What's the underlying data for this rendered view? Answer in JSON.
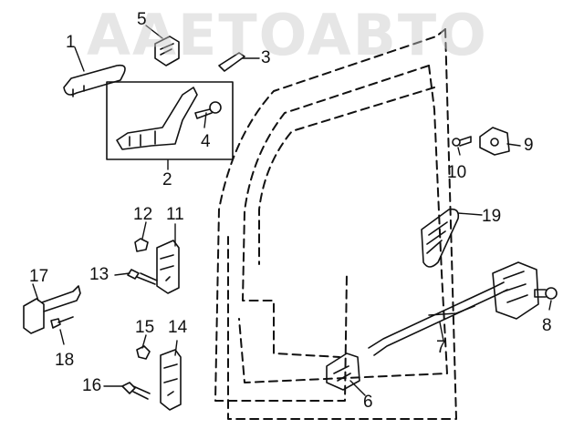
{
  "watermark": {
    "text": "AAETOABTO"
  },
  "callouts": {
    "c1": "1",
    "c2": "2",
    "c3": "3",
    "c4": "4",
    "c5": "5",
    "c6": "6",
    "c7": "7",
    "c8": "8",
    "c9": "9",
    "c10": "10",
    "c11": "11",
    "c12": "12",
    "c13": "13",
    "c14": "14",
    "c15": "15",
    "c16": "16",
    "c17": "17",
    "c18": "18",
    "c19": "19"
  }
}
